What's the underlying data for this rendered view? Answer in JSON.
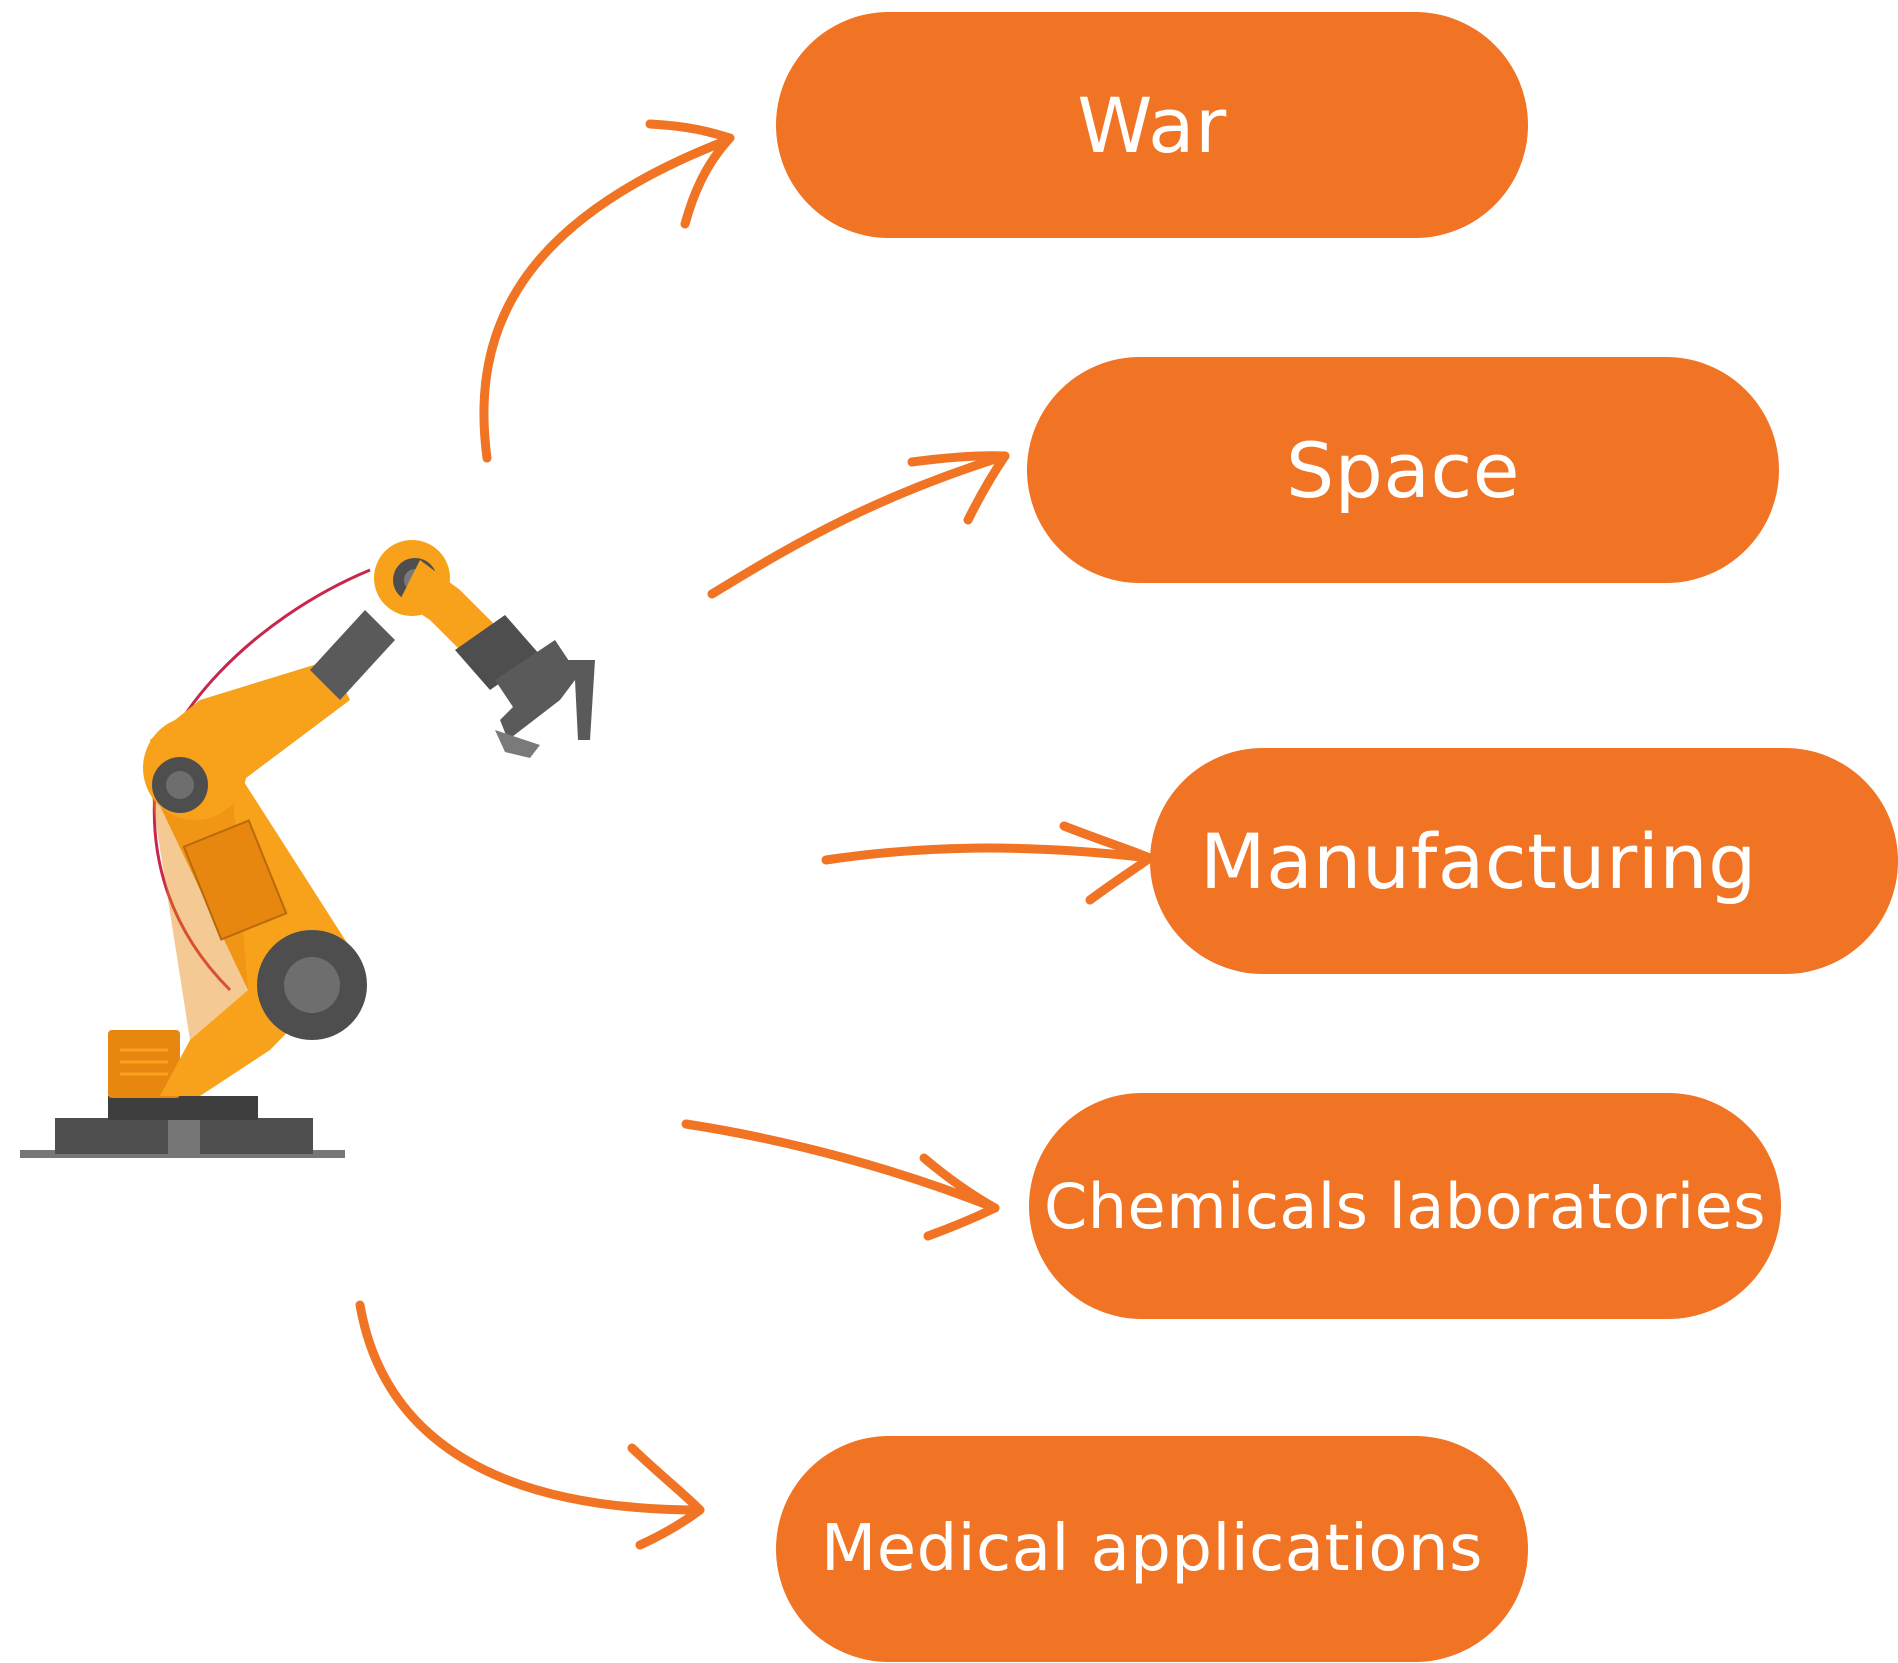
{
  "theme": {
    "accent": "#F07424",
    "robot_orange": "#F8A11B",
    "robot_dark_orange": "#E8870F",
    "robot_dark": "#555555",
    "robot_gray": "#7A7A7A",
    "cable": "#C8264B",
    "text_on_accent": "#FFFFFF"
  },
  "illustration": {
    "icon": "robotic-arm-icon"
  },
  "applications": [
    {
      "label": "War"
    },
    {
      "label": "Space"
    },
    {
      "label": "Manufacturing"
    },
    {
      "label": "Chemicals laboratories"
    },
    {
      "label": "Medical applications"
    }
  ]
}
